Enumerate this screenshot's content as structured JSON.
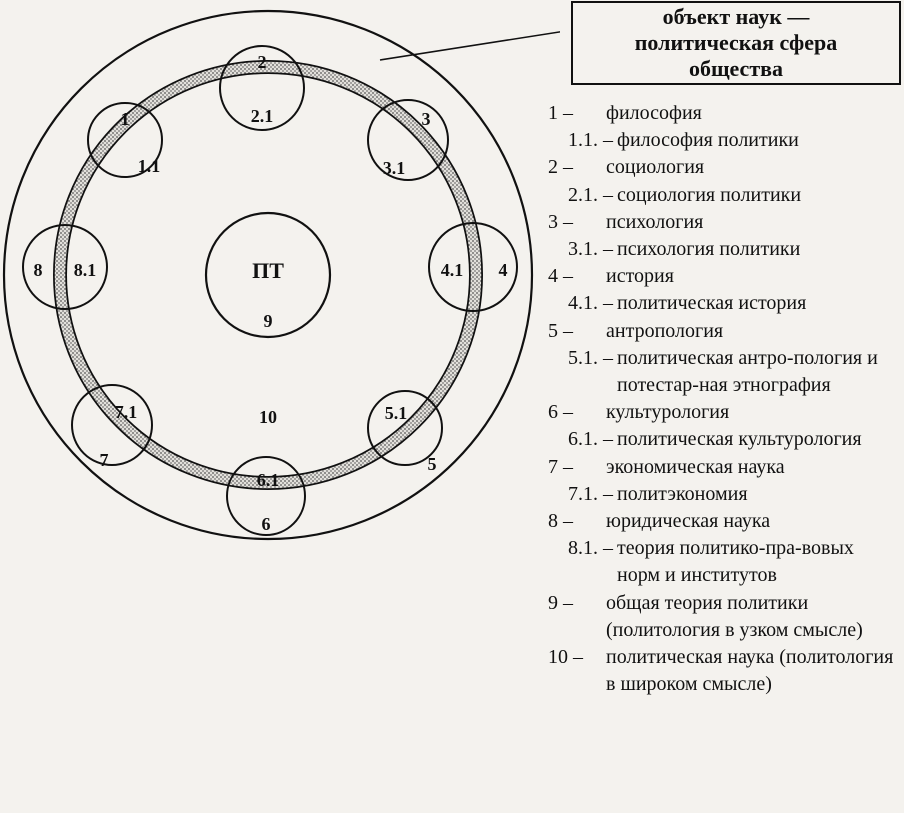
{
  "center": {
    "label": "ПТ",
    "number": "9"
  },
  "field_number": "10",
  "callout": {
    "lines": [
      "объект наук —",
      "политическая сфера",
      "общества"
    ]
  },
  "satellites": [
    {
      "outer": "1",
      "inner": "1.1"
    },
    {
      "outer": "2",
      "inner": "2.1"
    },
    {
      "outer": "3",
      "inner": "3.1"
    },
    {
      "outer": "4",
      "inner": "4.1"
    },
    {
      "outer": "5",
      "inner": "5.1"
    },
    {
      "outer": "6",
      "inner": "6.1"
    },
    {
      "outer": "7",
      "inner": "7.1"
    },
    {
      "outer": "8",
      "inner": "8.1"
    }
  ],
  "legend": [
    {
      "code": "1 –",
      "text": "философия",
      "sub": false
    },
    {
      "code": "1.1. –",
      "text": "философия политики",
      "sub": true
    },
    {
      "code": "2 –",
      "text": "социология",
      "sub": false
    },
    {
      "code": "2.1. –",
      "text": "социология политики",
      "sub": true
    },
    {
      "code": "3 –",
      "text": "психология",
      "sub": false
    },
    {
      "code": "3.1. –",
      "text": "психология политики",
      "sub": true
    },
    {
      "code": "4 –",
      "text": "история",
      "sub": false
    },
    {
      "code": "4.1. –",
      "text": "политическая история",
      "sub": true
    },
    {
      "code": "5 –",
      "text": "антропология",
      "sub": false
    },
    {
      "code": "5.1. –",
      "text": "политическая антро-пология и потестар-ная этнография",
      "sub": true
    },
    {
      "code": "6 –",
      "text": "культурология",
      "sub": false
    },
    {
      "code": "6.1. –",
      "text": "политическая культурология",
      "sub": true
    },
    {
      "code": "7 –",
      "text": "экономическая наука",
      "sub": false
    },
    {
      "code": "7.1. –",
      "text": "политэкономия",
      "sub": true
    },
    {
      "code": "8 –",
      "text": "юридическая наука",
      "sub": false
    },
    {
      "code": "8.1. –",
      "text": "теория политико-пра-вовых норм и институтов",
      "sub": true
    },
    {
      "code": "9 –",
      "text": "общая теория политики (политология в узком смысле)",
      "sub": false
    },
    {
      "code": "10 –",
      "text": "политическая наука (политология в широком смысле)",
      "sub": false
    }
  ],
  "colors": {
    "ink": "#111111",
    "paper": "#f4f2ee",
    "ring_fill": "#c9c7c2"
  }
}
